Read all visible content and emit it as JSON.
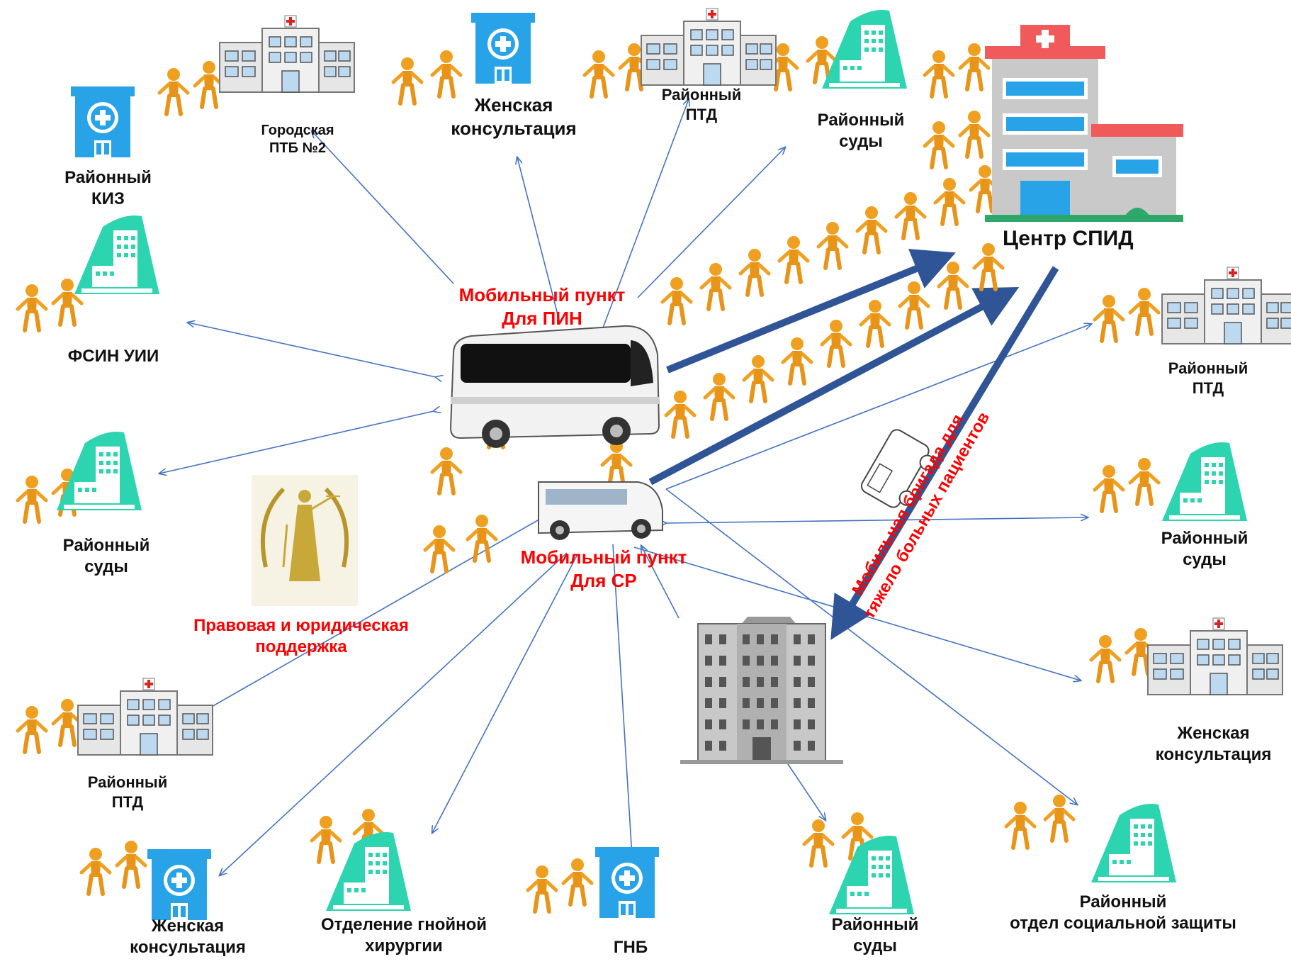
{
  "center": {
    "label": "Центр СПИД"
  },
  "mobile_pin": {
    "line1": "Мобильный пункт",
    "line2": "Для ПИН"
  },
  "mobile_sr": {
    "line1": "Мобильный пункт",
    "line2": "Для СР"
  },
  "mobile_brigade": {
    "line1": "Мобильная бригада для",
    "line2": "тяжело больных пациентов"
  },
  "legal": {
    "line1": "Правовая и юридическая",
    "line2": "поддержка"
  },
  "nodes": {
    "kiz": {
      "line1": "Районный",
      "line2": "КИЗ"
    },
    "gorodskaya": {
      "line1": "Городская",
      "line2": "ПТБ №2"
    },
    "zhensk_top": {
      "line1": "Женская",
      "line2": "консультация"
    },
    "ptd_top": {
      "line1": "Районный",
      "line2": "ПТД"
    },
    "sudy_top": {
      "line1": "Районный",
      "line2": "суды"
    },
    "fsin": {
      "line1": "ФСИН УИИ"
    },
    "sudy_left": {
      "line1": "Районный",
      "line2": "суды"
    },
    "ptd_left": {
      "line1": "Районный",
      "line2": "ПТД"
    },
    "zhensk_bl": {
      "line1": "Женская",
      "line2": "консультация"
    },
    "gnoynoy": {
      "line1": "Отделение гнойной",
      "line2": "хирургии"
    },
    "gnb": {
      "line1": "ГНБ"
    },
    "sudy_bottom": {
      "line1": "Районный",
      "line2": "суды"
    },
    "soc": {
      "line1": "Районный",
      "line2": "отдел социальной защиты"
    },
    "ptd_right": {
      "line1": "Районный",
      "line2": "ПТД"
    },
    "sudy_right": {
      "line1": "Районный",
      "line2": "суды"
    },
    "zhensk_right": {
      "line1": "Женская",
      "line2": "консультация"
    }
  },
  "colors": {
    "arrow_thin": "#4472c4",
    "arrow_thick": "#2f5597",
    "label_red": "#ff0000",
    "people": "#f0a020",
    "hospital_blue": "#29a3e8",
    "clinic_teal": "#2dd4b0",
    "center_red": "#f05a5a"
  }
}
